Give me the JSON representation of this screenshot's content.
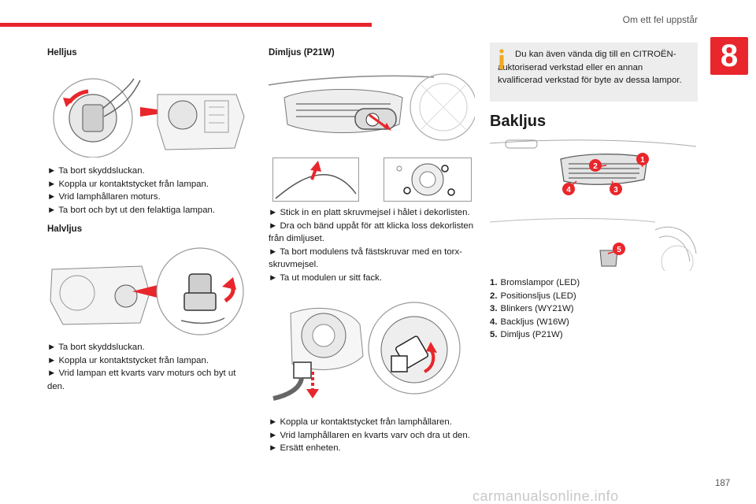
{
  "header": {
    "section_title": "Om ett fel uppstår",
    "chapter": "8",
    "accent": "#e8262b"
  },
  "col1": {
    "h1": "Helljus",
    "steps1": [
      "► Ta bort skyddsluckan.",
      "► Koppla ur kontaktstycket från lampan.",
      "► Vrid lamphållaren moturs.",
      "► Ta bort och byt ut den felaktiga lampan."
    ],
    "h2": "Halvljus",
    "steps2": [
      "► Ta bort skyddsluckan.",
      "► Koppla ur kontaktstycket från lampan.",
      "► Vrid lampan ett kvarts varv moturs och byt ut den."
    ]
  },
  "col2": {
    "h1": "Dimljus (P21W)",
    "steps1": [
      "► Stick in en platt skruvmejsel i hålet i dekorlisten.",
      "► Dra och bänd uppåt för att klicka loss dekorlisten från dimljuset.",
      "► Ta bort modulens två fästskruvar med en torx-skruvmejsel.",
      "► Ta ut modulen ur sitt fack."
    ],
    "steps2": [
      "► Koppla ur kontaktstycket från lamphållaren.",
      "► Vrid lamphållaren en kvarts varv och dra ut den.",
      "► Ersätt enheten."
    ]
  },
  "col3": {
    "info": "Du kan även vända dig till en CITROËN-auktoriserad verkstad eller en annan kvalificerad verkstad för byte av dessa lampor.",
    "h1": "Bakljus",
    "callouts": [
      "1",
      "2",
      "3",
      "4",
      "5"
    ],
    "legend": [
      {
        "n": "1.",
        "text": "Bromslampor (LED)"
      },
      {
        "n": "2.",
        "text": "Positionsljus (LED)"
      },
      {
        "n": "3.",
        "text": "Blinkers (WY21W)"
      },
      {
        "n": "4.",
        "text": "Backljus (W16W)"
      },
      {
        "n": "5.",
        "text": "Dimljus (P21W)"
      }
    ]
  },
  "footer": {
    "page_number": "187",
    "watermark": "carmanualsonline.info"
  }
}
